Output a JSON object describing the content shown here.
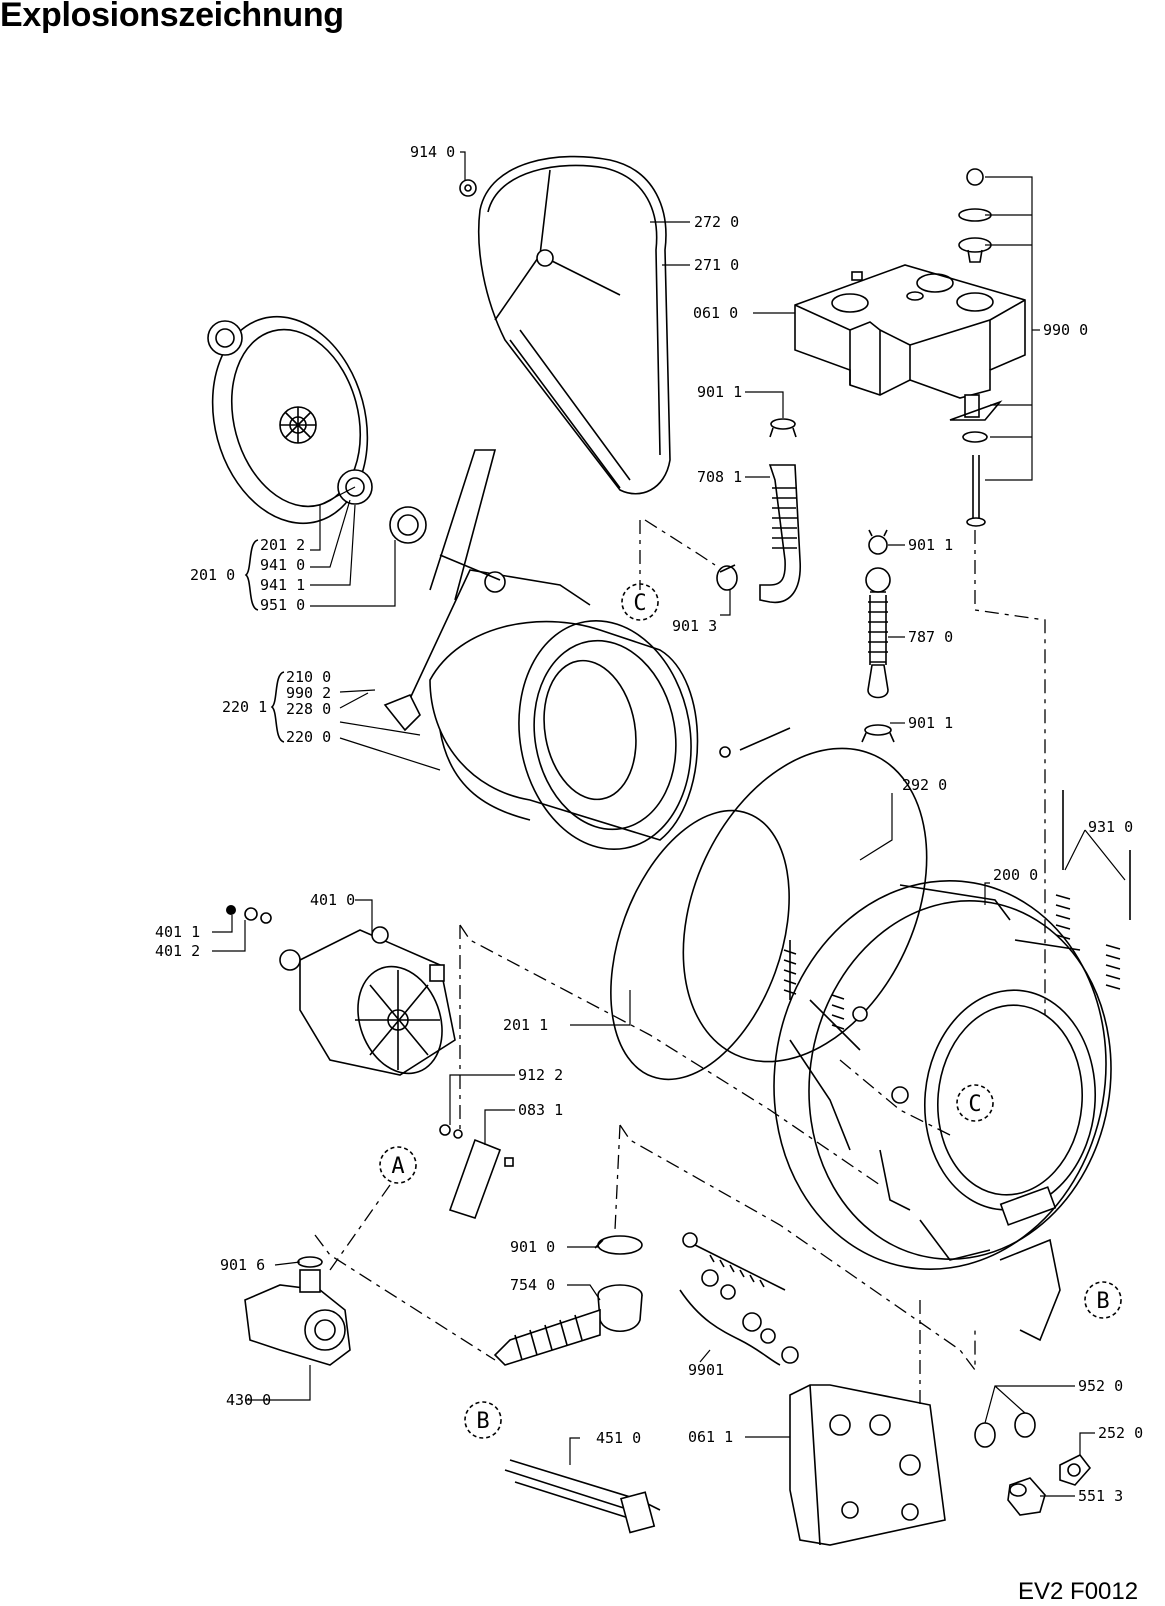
{
  "title": "Explosionszeichnung",
  "drawing_code": "EV2 F0012",
  "callouts": {
    "c914_0": "914 0",
    "c272_0": "272 0",
    "c271_0": "271 0",
    "c061_0": "061 0",
    "c990_0": "990 0",
    "c901_1a": "901 1",
    "c708_1": "708 1",
    "c901_1b": "901 1",
    "c787_0": "787 0",
    "c901_1c": "901 1",
    "c201_0": "201 0",
    "c201_2": "201 2",
    "c941_0": "941 0",
    "c941_1": "941 1",
    "c951_0": "951 0",
    "c901_3": "901 3",
    "c220_1": "220 1",
    "c210_0": "210 0",
    "c990_2": "990 2",
    "c228_0": "228 0",
    "c220_0": "220 0",
    "c292_0": "292 0",
    "c931_0": "931 0",
    "c200_0": "200 0",
    "c401_0": "401 0",
    "c401_1": "401 1",
    "c401_2": "401 2",
    "c201_1": "201 1",
    "c912_2": "912 2",
    "c083_1": "083 1",
    "c901_6": "901 6",
    "c901_0": "901 0",
    "c754_0": "754 0",
    "c9901": "9901",
    "c430_0": "430 0",
    "c451_0": "451 0",
    "c061_1": "061 1",
    "c952_0": "952 0",
    "c252_0": "252 0",
    "c551_3": "551 3"
  },
  "markers": {
    "A": "A",
    "B": "B",
    "C": "C"
  }
}
